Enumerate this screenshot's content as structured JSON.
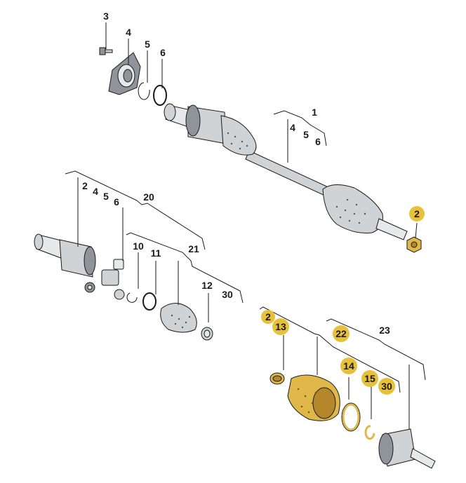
{
  "colors": {
    "badge": "#e8c13a",
    "highlight_part": "#e0b84a",
    "part_gray": "#cfd3d6",
    "line": "#1a1a1a"
  },
  "callouts": {
    "c3": "3",
    "c4_top": "4",
    "c5_top": "5",
    "c6_top": "6",
    "g1_main": "1",
    "g1_a": "4",
    "g1_b": "5",
    "g1_c": "6",
    "badge_2_right": "2",
    "g20_a": "2",
    "g20_b": "4",
    "g20_c": "5",
    "g20_d": "6",
    "g20_main": "20",
    "g21_a": "10",
    "g21_b": "11",
    "g21_main": "21",
    "c12": "12",
    "c30_left": "30",
    "badge_2_low": "2",
    "badge_13": "13",
    "badge_22": "22",
    "c23": "23",
    "badge_14": "14",
    "badge_15": "15",
    "badge_30": "30"
  }
}
